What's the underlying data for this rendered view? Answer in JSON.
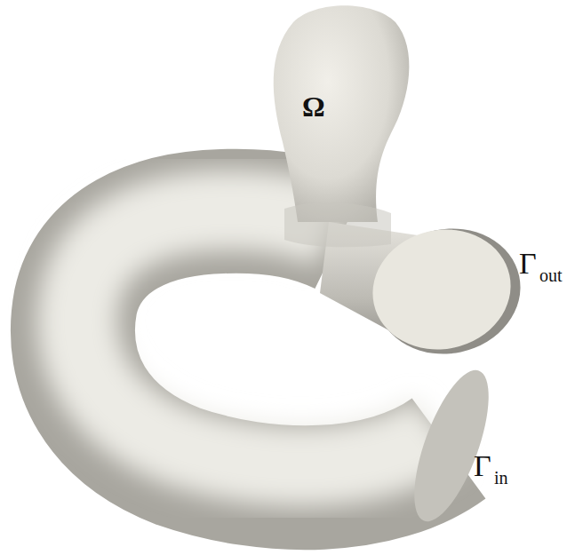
{
  "diagram": {
    "labels": [
      "Ω",
      "Γ",
      "out",
      "Γ",
      "in"
    ]
  }
}
